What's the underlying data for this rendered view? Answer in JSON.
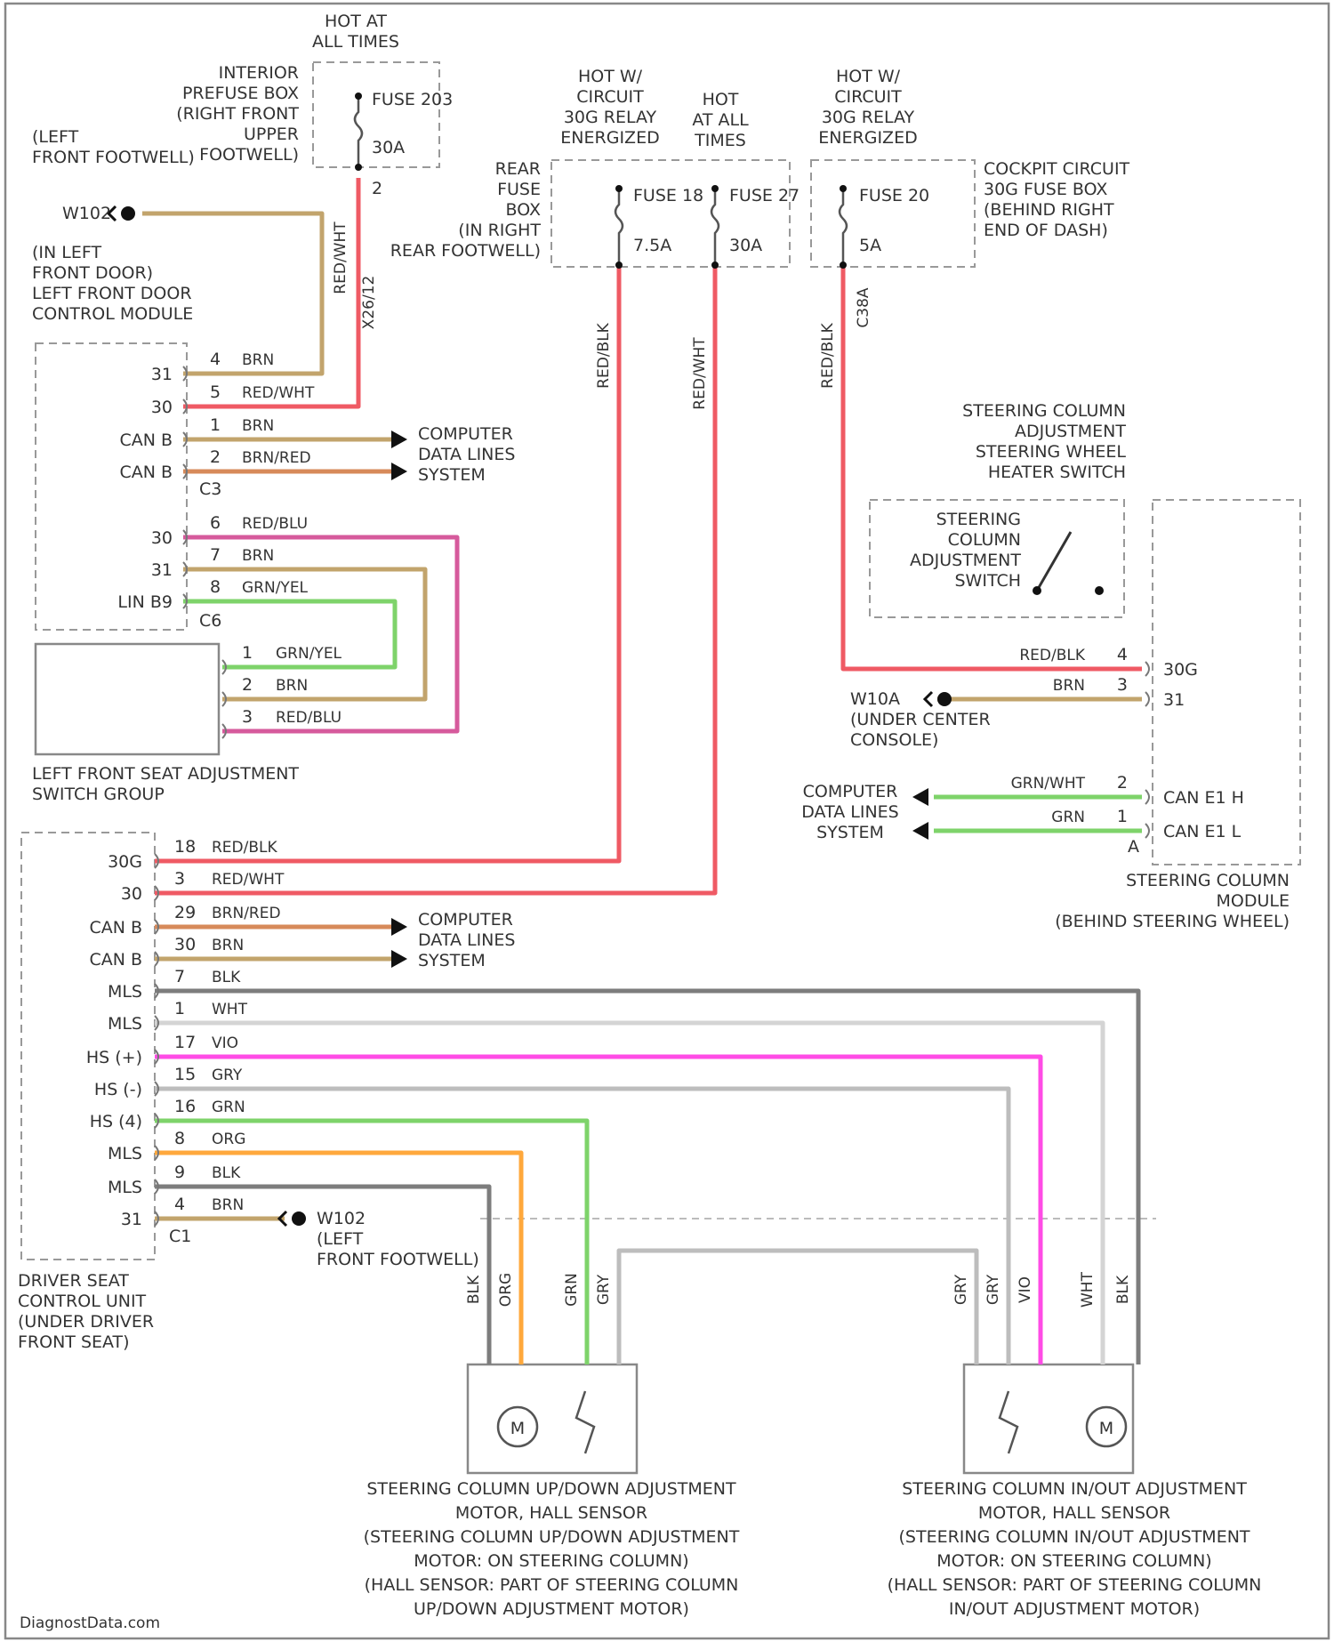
{
  "colors": {
    "red": "#ef5a64",
    "pink": "#d65a9c",
    "magenta": "#ff4ce6",
    "brown": "#c2a46c",
    "orange_brown": "#d78a5a",
    "green": "#7ed36a",
    "orange": "#ffa83c",
    "black": "#7d7d7d",
    "white": "#d4d4d4",
    "gray": "#bdbdbd",
    "outline": "#999999"
  },
  "top": {
    "hot_at_all_times_1": [
      "HOT AT",
      "ALL TIMES"
    ],
    "interior_prefuse_box": [
      "INTERIOR",
      "PREFUSE BOX",
      "(RIGHT FRONT",
      "UPPER",
      "FOOTWELL)"
    ],
    "left_front_footwell": [
      "(LEFT",
      "FRONT FOOTWELL)"
    ],
    "fuse_f3": [
      "FUSE 203",
      "30A"
    ],
    "pin_2": "2",
    "hot_w_circuit_1": [
      "HOT W/",
      "CIRCUIT",
      "30G RELAY",
      "ENERGIZED"
    ],
    "hot_at_all_times_2": [
      "HOT",
      "AT ALL",
      "TIMES"
    ],
    "hot_w_circuit_2": [
      "HOT W/",
      "CIRCUIT",
      "30G RELAY",
      "ENERGIZED"
    ],
    "rear_fuse_box": [
      "REAR",
      "FUSE",
      "BOX",
      "(IN RIGHT",
      "REAR FOOTWELL)"
    ],
    "fuse_18": [
      "FUSE 18",
      "7.5A"
    ],
    "fuse_27": [
      "FUSE 27",
      "30A"
    ],
    "fuse_20": [
      "FUSE 20",
      "5A"
    ],
    "cockpit_fuse_box": [
      "COCKPIT CIRCUIT",
      "30G FUSE BOX",
      "(BEHIND RIGHT",
      "END OF DASH)"
    ]
  },
  "ground_w102": "W102",
  "door_module": {
    "label": [
      "(IN LEFT",
      "FRONT DOOR)",
      "LEFT FRONT DOOR",
      "CONTROL MODULE"
    ],
    "pins": [
      "31",
      "30",
      "CAN B",
      "CAN B"
    ],
    "wires": [
      {
        "num": "4",
        "color": "BRN"
      },
      {
        "num": "5",
        "color": "RED/WHT"
      },
      {
        "num": "1",
        "color": "BRN"
      },
      {
        "num": "2",
        "color": "BRN/RED"
      }
    ],
    "connector": "C3",
    "pins2": [
      "30",
      "31",
      "LIN B9"
    ],
    "wires2": [
      {
        "num": "6",
        "color": "RED/BLU"
      },
      {
        "num": "7",
        "color": "BRN"
      },
      {
        "num": "8",
        "color": "GRN/YEL"
      }
    ],
    "connector2": "C6"
  },
  "cdl_label": [
    "COMPUTER",
    "DATA LINES",
    "SYSTEM"
  ],
  "seat_switch": {
    "label": [
      "LEFT FRONT SEAT ADJUSTMENT",
      "SWITCH GROUP"
    ],
    "wires": [
      {
        "num": "1",
        "color": "GRN/YEL"
      },
      {
        "num": "2",
        "color": "BRN"
      },
      {
        "num": "3",
        "color": "RED/BLU"
      }
    ]
  },
  "vertical_wires": {
    "red_wht_f3": "RED/WHT",
    "x2671_a": "X26/12",
    "red_blk_18": "RED/BLK",
    "red_wht_27": "RED/WHT",
    "red_blk_20": "RED/BLK",
    "c38a": "C38A"
  },
  "steering_module": {
    "title": [
      "STEERING COLUMN",
      "ADJUSTMENT",
      "STEERING WHEEL",
      "HEATER SWITCH"
    ],
    "switch_label": [
      "STEERING",
      "COLUMN",
      "ADJUSTMENT",
      "SWITCH"
    ],
    "label": [
      "STEERING COLUMN",
      "MODULE",
      "(BEHIND STEERING WHEEL)"
    ],
    "pins": [
      "30G",
      "31",
      "CAN E1 H",
      "CAN E1 L"
    ],
    "wires": [
      {
        "num": "4",
        "color": "RED/BLK"
      },
      {
        "num": "3",
        "color": "BRN"
      },
      {
        "num": "2",
        "color": "GRN/WHT"
      },
      {
        "num": "1",
        "color": "GRN"
      }
    ],
    "connector": "A",
    "ground": [
      "W10A",
      "(UNDER CENTER",
      "CONSOLE)"
    ]
  },
  "seat_unit": {
    "label": [
      "DRIVER SEAT",
      "CONTROL UNIT",
      "(UNDER DRIVER",
      "FRONT SEAT)"
    ],
    "pins": [
      "30G",
      "30",
      "CAN B",
      "CAN B",
      "MLS",
      "MLS",
      "HS (+)",
      "HS (-)",
      "HS (4)",
      "MLS",
      "MLS",
      "31"
    ],
    "wires": [
      {
        "num": "18",
        "color": "RED/BLK"
      },
      {
        "num": "3",
        "color": "RED/WHT"
      },
      {
        "num": "29",
        "color": "BRN/RED"
      },
      {
        "num": "30",
        "color": "BRN"
      },
      {
        "num": "7",
        "color": "BLK"
      },
      {
        "num": "1",
        "color": "WHT"
      },
      {
        "num": "17",
        "color": "VIO"
      },
      {
        "num": "15",
        "color": "GRY"
      },
      {
        "num": "16",
        "color": "GRN"
      },
      {
        "num": "8",
        "color": "ORG"
      },
      {
        "num": "9",
        "color": "BLK"
      },
      {
        "num": "4",
        "color": "BRN"
      }
    ],
    "connector": "C1",
    "ground": [
      "W102",
      "(LEFT",
      "FRONT FOOTWELL)"
    ]
  },
  "motor_wires_left": [
    "BLK",
    "ORG",
    "GRN",
    "GRY"
  ],
  "motor_wires_right": [
    "GRY",
    "GRY",
    "VIO",
    "WHT",
    "BLK"
  ],
  "motor_symbol": "M",
  "motor_up_down": [
    "STEERING COLUMN UP/DOWN ADJUSTMENT",
    "MOTOR, HALL SENSOR",
    "(STEERING COLUMN UP/DOWN ADJUSTMENT",
    "MOTOR: ON STEERING COLUMN)",
    "(HALL SENSOR: PART OF STEERING COLUMN",
    "UP/DOWN ADJUSTMENT MOTOR)"
  ],
  "motor_in_out": [
    "STEERING COLUMN IN/OUT ADJUSTMENT",
    "MOTOR, HALL SENSOR",
    "(STEERING COLUMN IN/OUT ADJUSTMENT",
    "MOTOR: ON STEERING COLUMN)",
    "(HALL SENSOR: PART OF STEERING COLUMN",
    "IN/OUT ADJUSTMENT MOTOR)"
  ],
  "footer": "DiagnostData.com"
}
